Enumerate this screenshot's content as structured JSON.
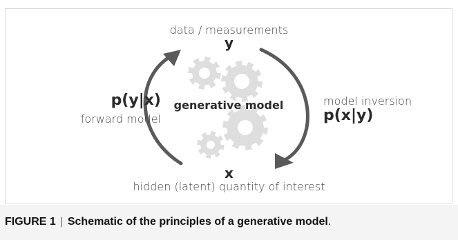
{
  "figure": {
    "top_label": "data / measurements",
    "top_symbol": "y",
    "center_label": "generative model",
    "left_formula": "p(y|x)",
    "left_label": "forward model",
    "right_label": "model inversion",
    "right_formula": "p(x|y)",
    "bottom_symbol": "x",
    "bottom_label": "hidden (latent) quantity of interest"
  },
  "caption": {
    "prefix": "FIGURE 1",
    "separator": "|",
    "text": "Schematic of the principles of a generative model",
    "suffix": "."
  },
  "colors": {
    "arrow": "#5a5a5a",
    "gear": "#dedede",
    "caption_bg": "#f4f4f4"
  },
  "icons": [
    "gear-icon",
    "curved-arrow-icon"
  ]
}
